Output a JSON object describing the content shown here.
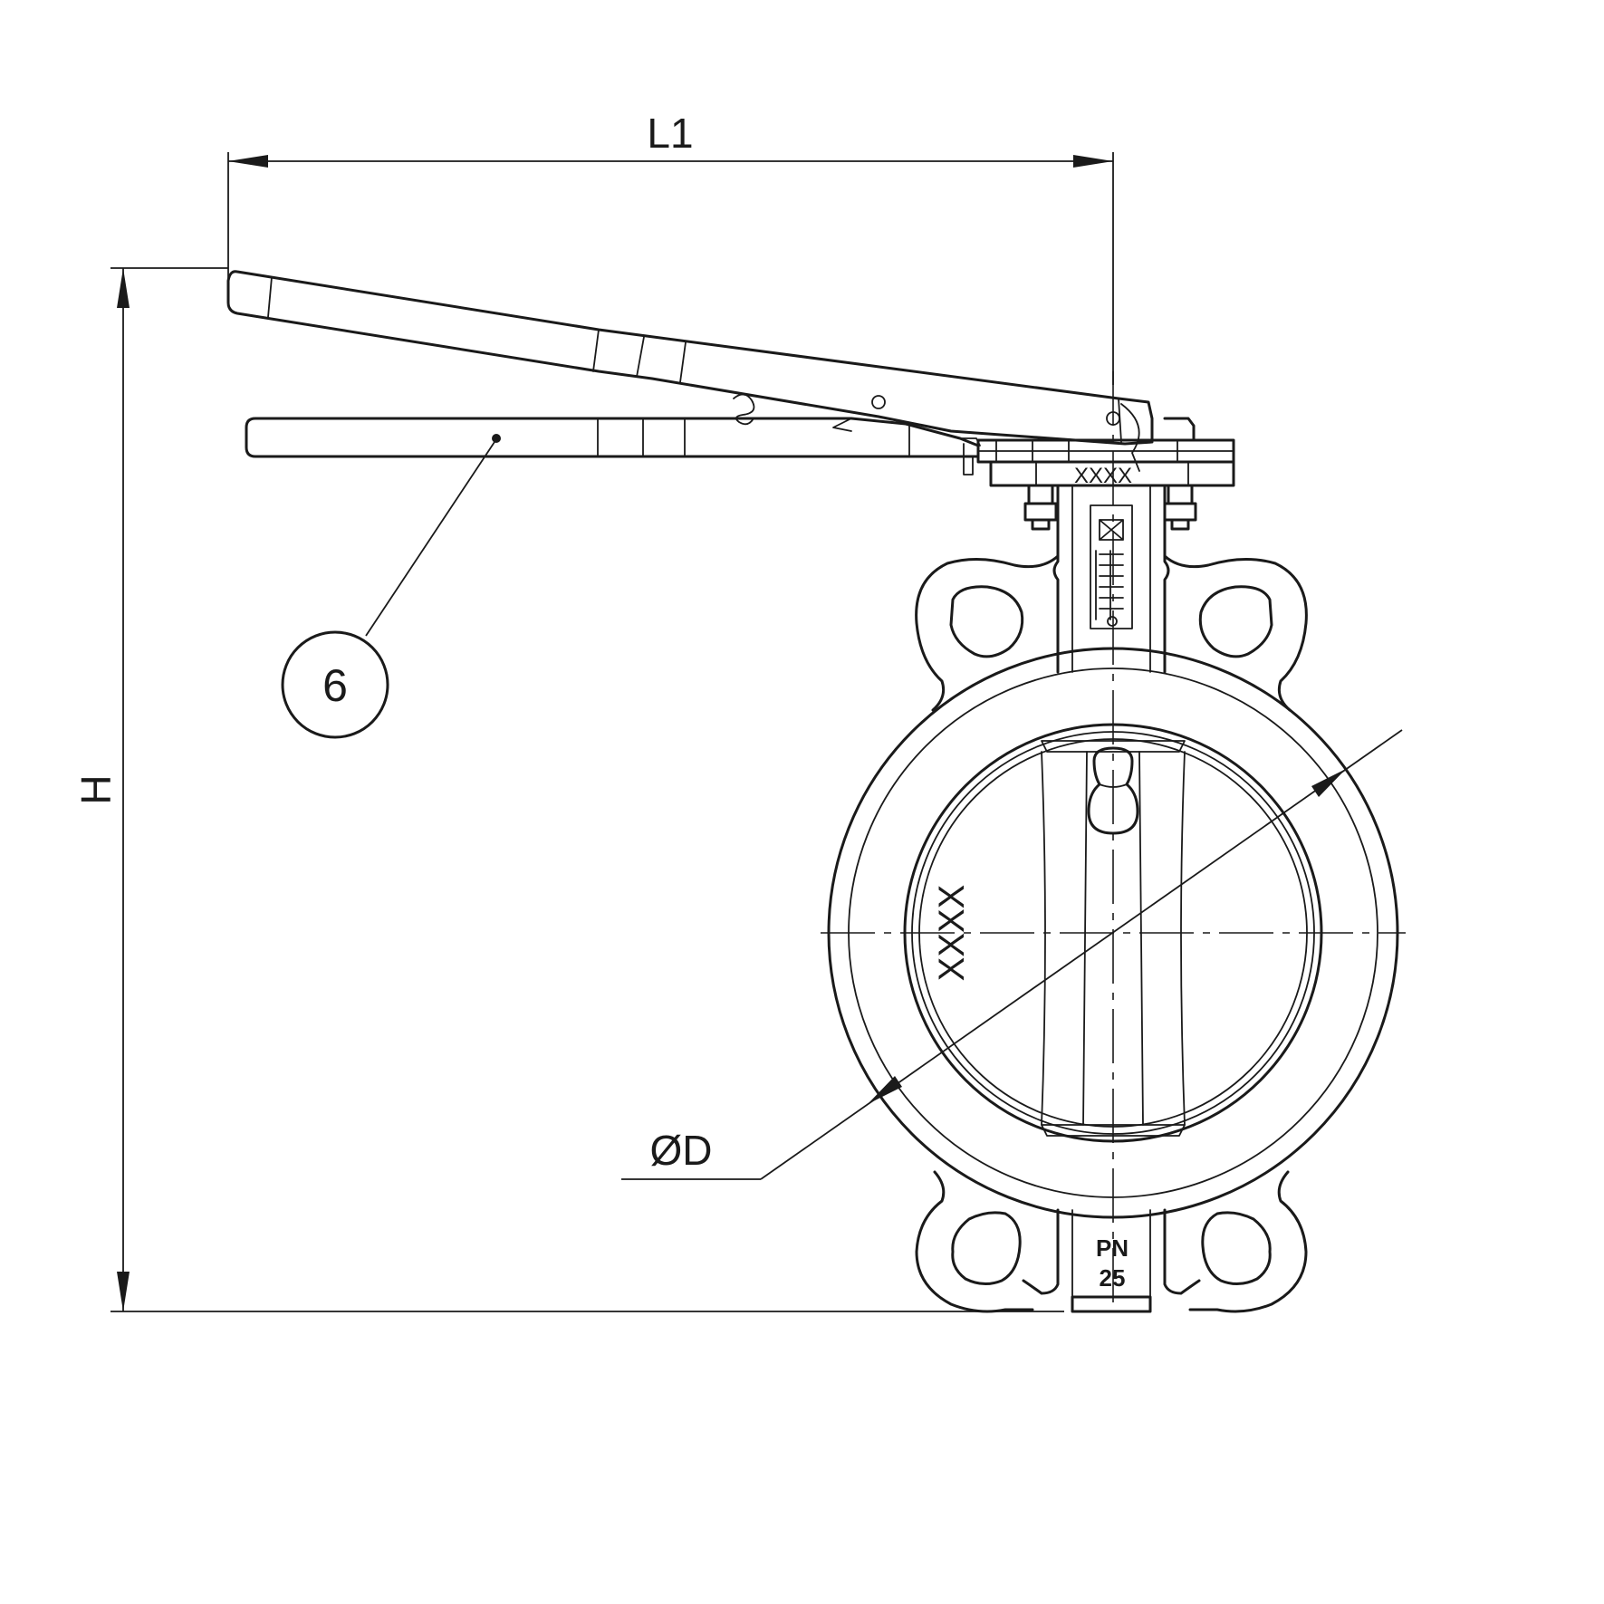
{
  "drawing": {
    "dimension_l1": "L1",
    "dimension_h": "H",
    "dimension_d": "ØD",
    "balloon_item": "6",
    "nameplate_code": "XXXX",
    "body_code": "XXXX",
    "pressure_rating_pn": "PN",
    "pressure_rating_value": "25"
  },
  "colors": {
    "line": "#1a1a1a",
    "background": "#ffffff"
  }
}
